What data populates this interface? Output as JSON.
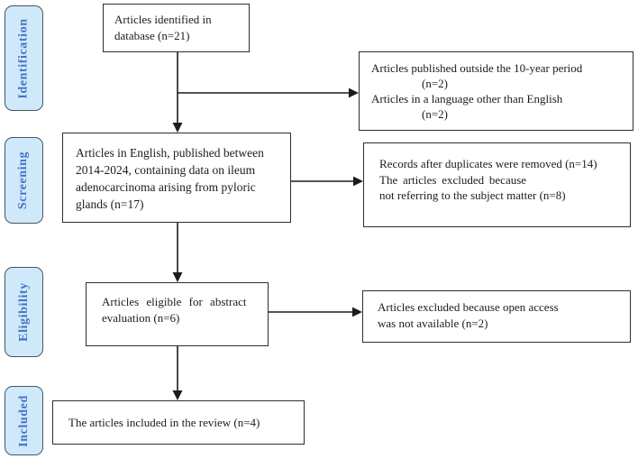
{
  "title": "PRISMA article selection flow diagram",
  "colors": {
    "stage_fill": "#cfe9fa",
    "stage_border": "#4a5560",
    "stage_text": "#4472c4",
    "box_border": "#2e2e2e",
    "text": "#1c1c1c",
    "arrow": "#1c1c1c"
  },
  "stages": [
    {
      "label": "Identification"
    },
    {
      "label": "Screening"
    },
    {
      "label": "Eligibility"
    },
    {
      "label": "Included"
    }
  ],
  "flow": {
    "identified": {
      "count": 21,
      "lines": [
        "Articles identified in",
        "database (n=21)"
      ]
    },
    "excluded_identification": {
      "counts": [
        2,
        2
      ],
      "lines": [
        "Articles published outside the 10-year period",
        "(n=2)",
        "Articles in a language other than English",
        "(n=2)"
      ]
    },
    "screened": {
      "count": 17,
      "lines": [
        "Articles in English, published between",
        "2014-2024, containing data on ileum",
        "adenocarcinoma arising from pyloric",
        "glands (n=17)"
      ]
    },
    "excluded_screening": {
      "counts": [
        14,
        8
      ],
      "lines": [
        "Records after duplicates were removed (n=14)",
        "The articles excluded because",
        "not referring to the subject matter (n=8)"
      ]
    },
    "eligible": {
      "count": 6,
      "lines": [
        "Articles eligible for abstract",
        "evaluation (n=6)"
      ]
    },
    "excluded_eligibility": {
      "count": 2,
      "lines": [
        "Articles excluded because open access",
        "was not available (n=2)"
      ]
    },
    "included": {
      "count": 4,
      "lines": [
        "The articles included in the review (n=4)"
      ]
    }
  }
}
